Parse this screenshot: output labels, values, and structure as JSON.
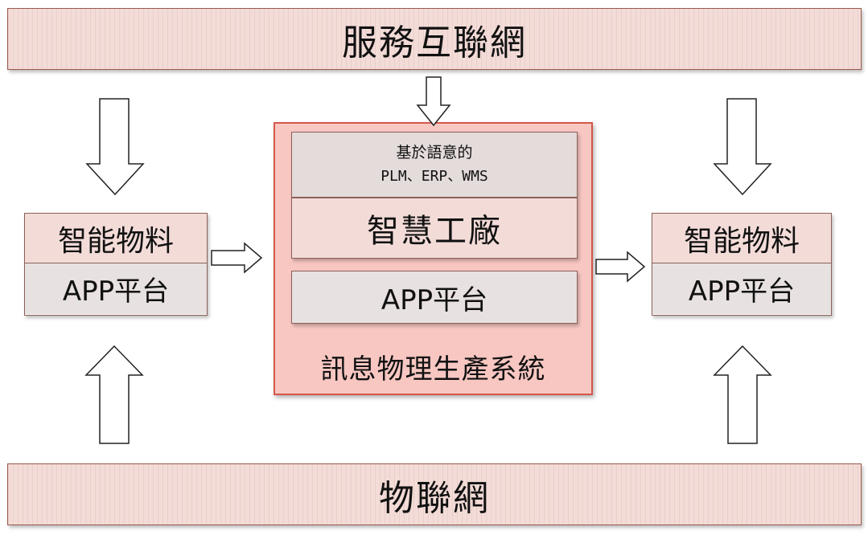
{
  "top_band": {
    "label": "服務互聯網"
  },
  "bottom_band": {
    "label": "物聯網"
  },
  "left_box": {
    "title": "智能物料",
    "platform": "APP平台"
  },
  "right_box": {
    "title": "智能物料",
    "platform": "APP平台"
  },
  "center": {
    "semantic_line1": "基於語意的",
    "semantic_line2": "PLM、ERP、WMS",
    "factory": "智慧工廠",
    "platform": "APP平台",
    "system": "訊息物理生產系統"
  },
  "colors": {
    "band_fill": "#f3dcd8",
    "band_border": "#9a5a4e",
    "cyber_fill": "#f8c7c2",
    "cyber_border": "#d4574b",
    "platform_fill": "#e8e1e1"
  }
}
